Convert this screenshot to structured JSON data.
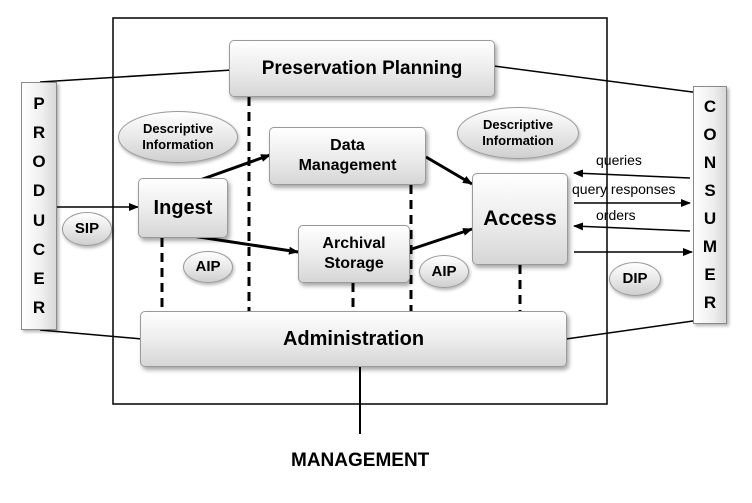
{
  "boxes": {
    "preservation_planning": "Preservation Planning",
    "data_management": "Data\nManagement",
    "ingest": "Ingest",
    "archival_storage": "Archival\nStorage",
    "access": "Access",
    "administration": "Administration"
  },
  "ellipses": {
    "descriptive_info_left": "Descriptive\nInformation",
    "descriptive_info_right": "Descriptive\nInformation",
    "sip": "SIP",
    "aip_left": "AIP",
    "aip_right": "AIP",
    "dip": "DIP"
  },
  "side_labels": {
    "producer": "PRODUCER",
    "consumer": "CONSUMER"
  },
  "flows": {
    "queries": "queries",
    "query_responses": "query responses",
    "orders": "orders"
  },
  "footer": "MANAGEMENT"
}
